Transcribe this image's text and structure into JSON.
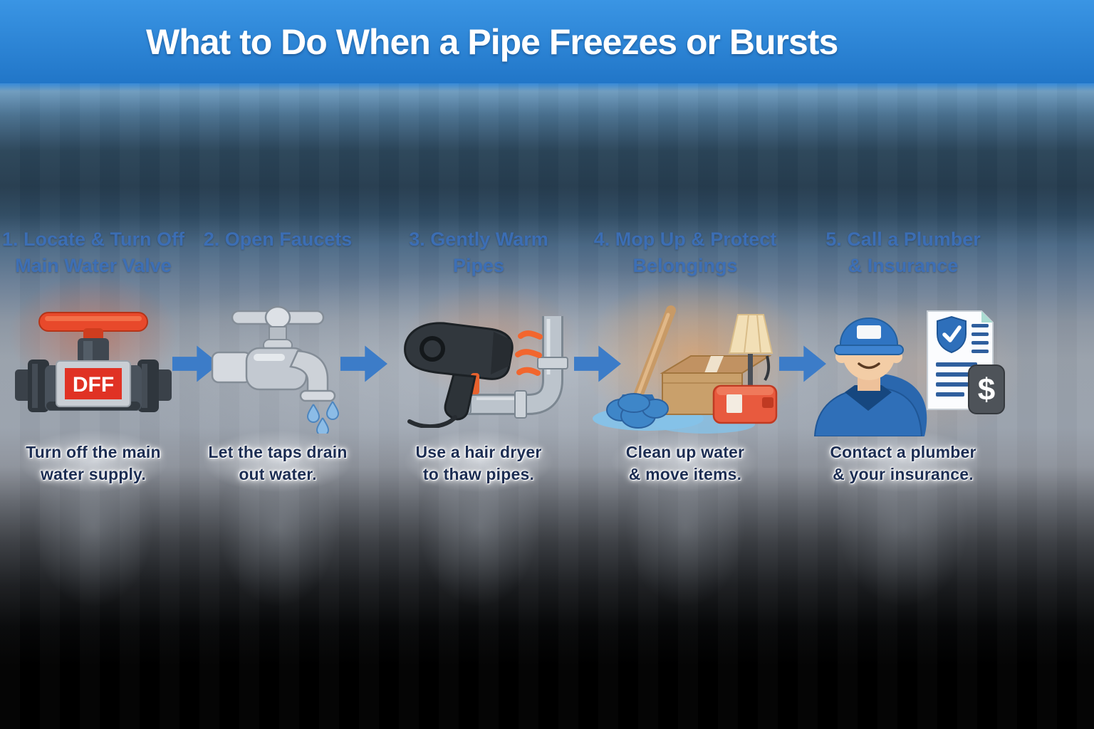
{
  "title": "What to Do When a Pipe Freezes or Bursts",
  "steps": [
    {
      "heading": "1. Locate & Turn Off\nMain Water Valve",
      "caption": "Turn off the main\nwater supply.",
      "icon": "water-shutoff-valve-icon",
      "valve_label": "DFF"
    },
    {
      "heading": "2. Open Faucets",
      "caption": "Let the taps drain\nout water.",
      "icon": "dripping-faucet-icon"
    },
    {
      "heading": "3. Gently Warm Pipes",
      "caption": "Use a hair dryer\nto thaw pipes.",
      "icon": "hair-dryer-warming-pipe-icon"
    },
    {
      "heading": "4. Mop Up & Protect\nBelongings",
      "caption": "Clean up water\n& move items.",
      "icon": "mop-box-lamp-bin-icon"
    },
    {
      "heading": "5. Call a Plumber\n& Insurance",
      "caption": "Contact a plumber\n& your insurance.",
      "icon": "plumber-and-insurance-icon",
      "dollar_label": "$"
    }
  ],
  "colors": {
    "header_blue": "#2e86d8",
    "step_heading_blue": "#3b6fb9",
    "caption_navy": "#1c2d52",
    "arrow_blue": "#3c7cc8",
    "valve_label_red": "#e03224",
    "valve_handle_red": "#e8492b",
    "warm_glow_orange": "#f09646",
    "water_blue": "#85c2e8"
  }
}
